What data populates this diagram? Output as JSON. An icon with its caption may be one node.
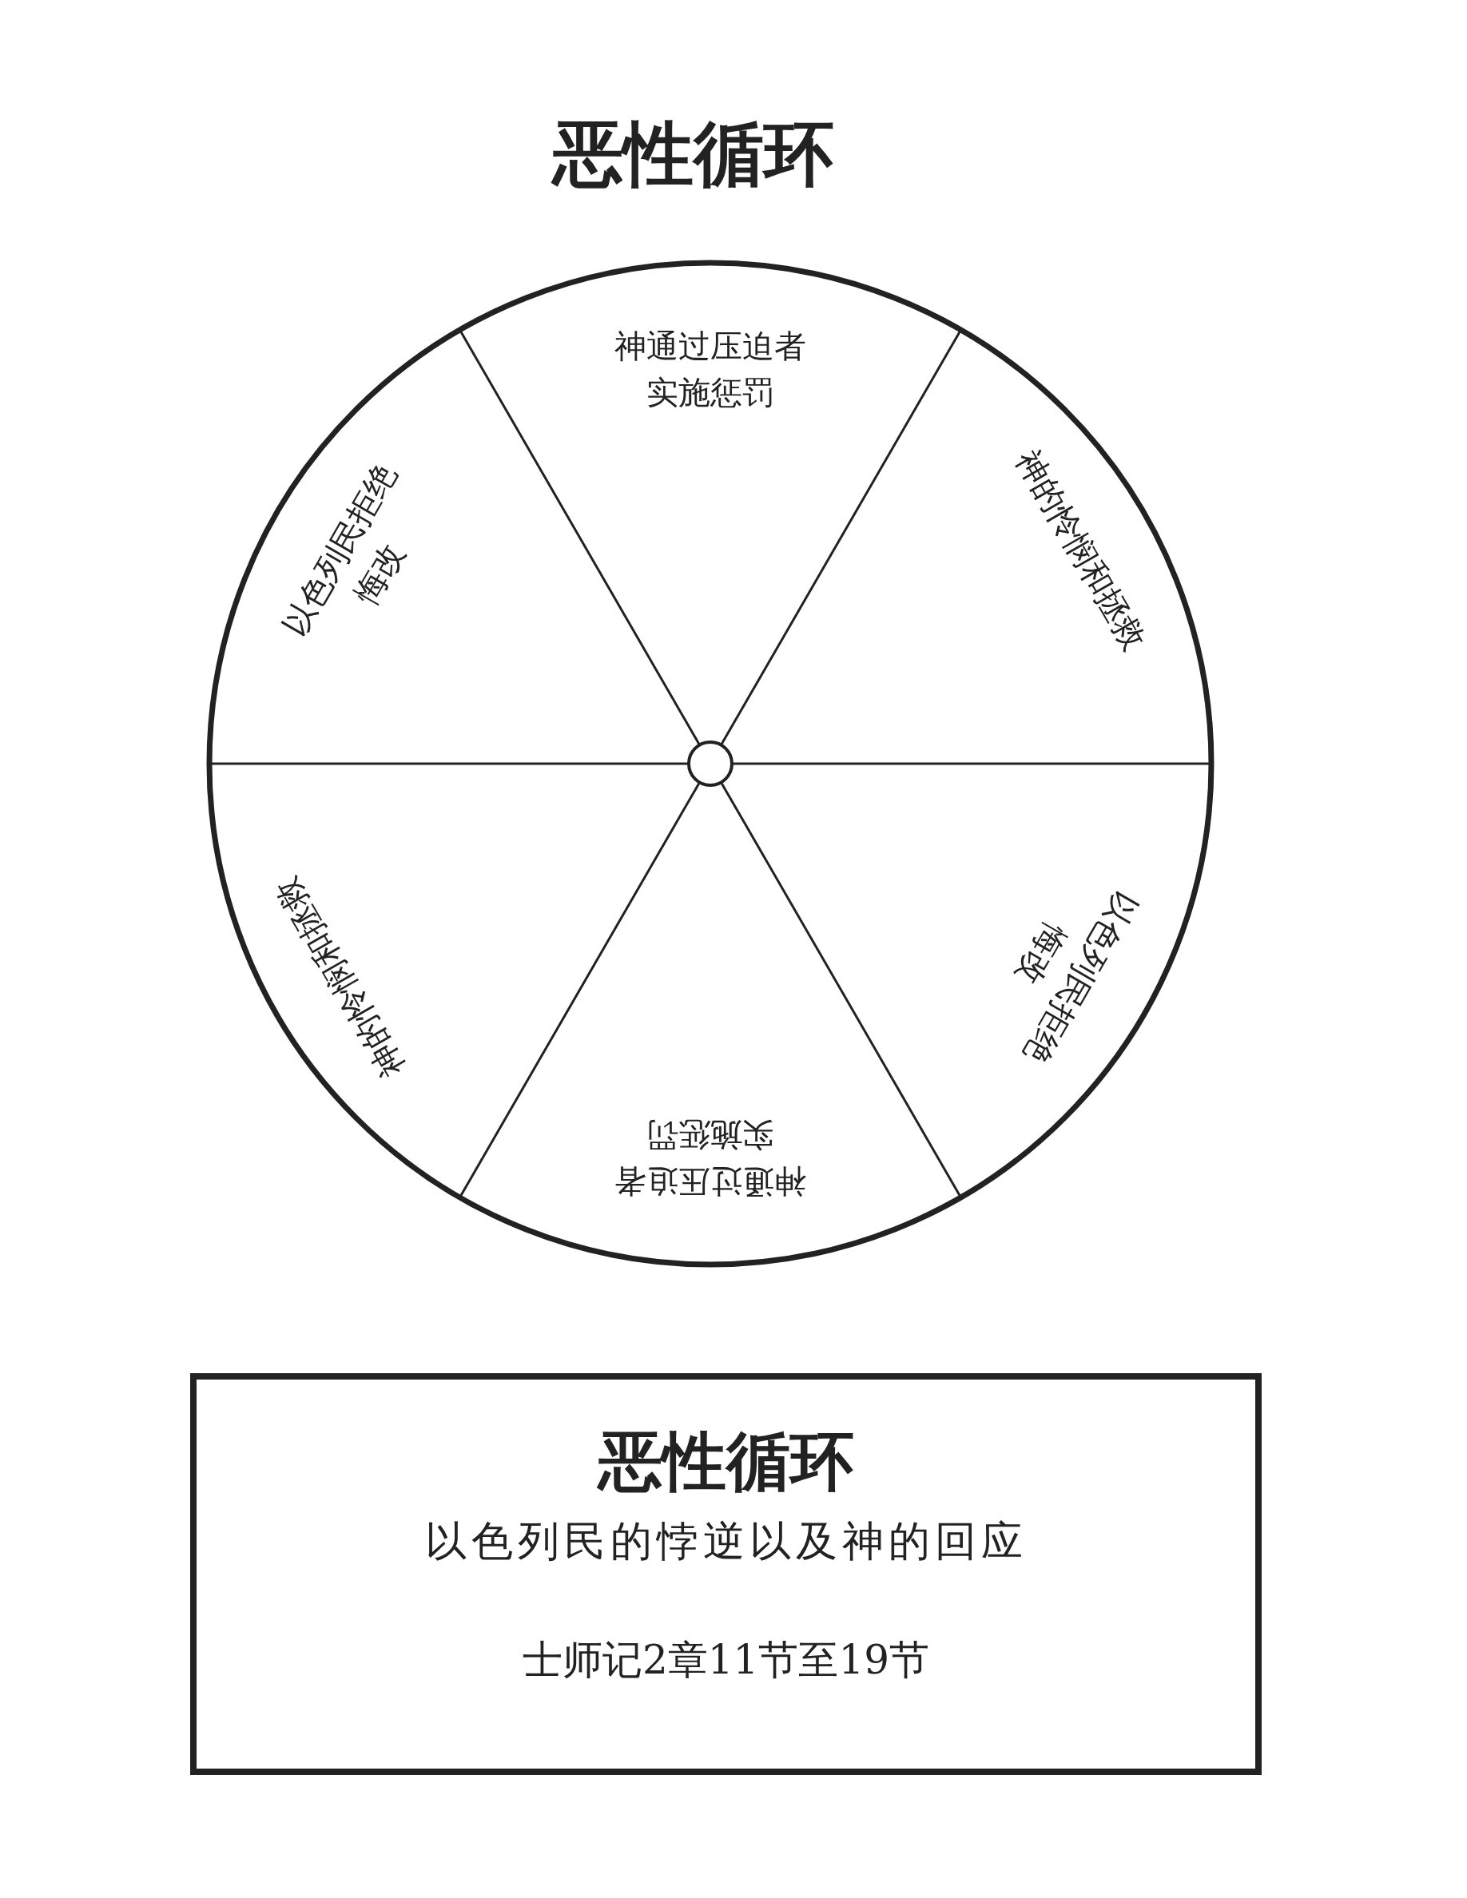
{
  "diagram": {
    "title": "恶性循环",
    "nodes": [
      {
        "text": [],
        "shape": "circle"
      },
      {
        "text": [
          "神通过压迫者实施惩罚"
        ],
        "in": 0
      },
      {
        "text": [
          "神的怜悯和拯救"
        ],
        "in": 0
      },
      {
        "text": [
          "以色列民拒绝悔改"
        ],
        "in": 0
      },
      {
        "text": [
          "神通过压迫者实施惩罚"
        ],
        "in": 0
      },
      {
        "text": [
          "神的怜悯和拯救"
        ],
        "in": 0
      },
      {
        "text": [
          "以色列民拒绝悔改"
        ],
        "in": 0
      },
      {
        "text": [
          "恶性循环",
          "以色列民的悖逆以及神的回应",
          "士师记2章11节至19节"
        ]
      }
    ]
  }
}
